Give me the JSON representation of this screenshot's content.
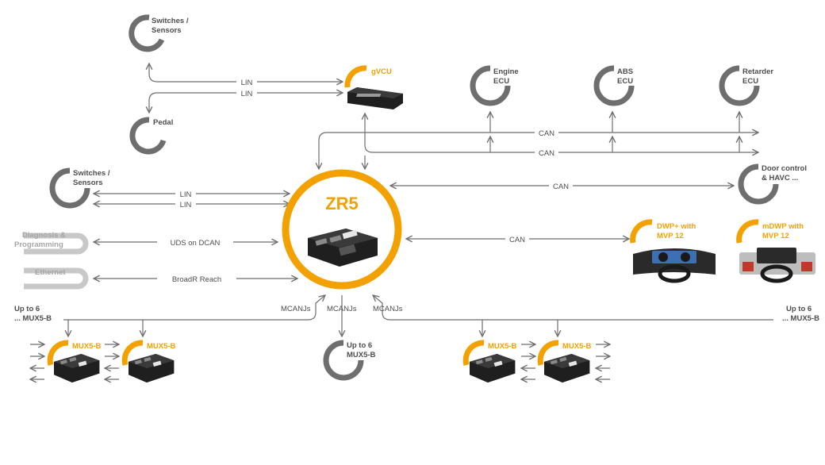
{
  "colors": {
    "accent": "#f2a100",
    "ring": "#6e6e6e",
    "ring_light": "#c8c8c8",
    "line": "#6e6e6e"
  },
  "nodes": {
    "switches_top": [
      "Switches /",
      "Sensors"
    ],
    "pedal": [
      "Pedal"
    ],
    "gvcu": [
      "gVCU"
    ],
    "engine_ecu": [
      "Engine",
      "ECU"
    ],
    "abs_ecu": [
      "ABS",
      "ECU"
    ],
    "retarder_ecu": [
      "Retarder",
      "ECU"
    ],
    "switches_left": [
      "Switches /",
      "Sensors"
    ],
    "diagnosis": [
      "Diagnosis &",
      "Programming"
    ],
    "ethernet": [
      "Ethernet"
    ],
    "zr5": "ZR5",
    "door_control": [
      "Door control",
      "& HAVC ..."
    ],
    "dwp": [
      "DWP+ with",
      "MVP 12"
    ],
    "mdwp": [
      "mDWP with",
      "MVP 12"
    ],
    "up_to_6_left": [
      "Up to 6",
      "... MUX5-B"
    ],
    "up_to_6_center": [
      "Up to 6",
      "MUX5-B"
    ],
    "up_to_6_right": [
      "Up to 6",
      "... MUX5-B"
    ],
    "mux": "MUX5-B"
  },
  "buses": {
    "lin": "LIN",
    "can": "CAN",
    "uds": "UDS on DCAN",
    "broadr": "BroadR Reach",
    "mcan": "MCANJs"
  }
}
